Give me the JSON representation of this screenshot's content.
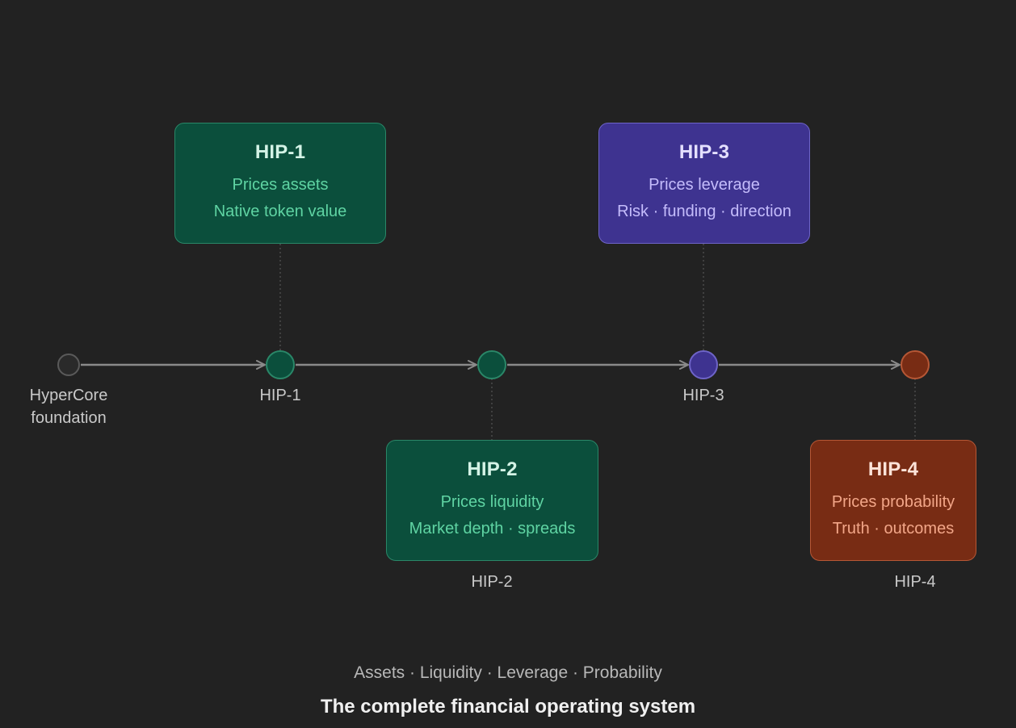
{
  "colors": {
    "background": "#222222",
    "hip1": "#0b4f3c",
    "hip2": "#0b4f3c",
    "hip3": "#3e3390",
    "hip4": "#782c14",
    "connector": "#8a8a8a"
  },
  "nodes": [
    {
      "label": "HyperCore",
      "label2": "foundation"
    },
    {
      "label": "HIP-1"
    },
    {
      "label": "HIP-2"
    },
    {
      "label": "HIP-3"
    },
    {
      "label": "HIP-4"
    }
  ],
  "boxes": {
    "hip1": {
      "title": "HIP-1",
      "line1": "Prices assets",
      "line2": "Native token value"
    },
    "hip2": {
      "title": "HIP-2",
      "line1": "Prices liquidity",
      "line2": "Market depth · spreads"
    },
    "hip3": {
      "title": "HIP-3",
      "line1": "Prices leverage",
      "line2": "Risk · funding · direction"
    },
    "hip4": {
      "title": "HIP-4",
      "line1": "Prices probability",
      "line2": "Truth · outcomes"
    }
  },
  "footer": {
    "subtitle": "Assets · Liquidity · Leverage · Probability",
    "title": "The complete financial operating system"
  }
}
